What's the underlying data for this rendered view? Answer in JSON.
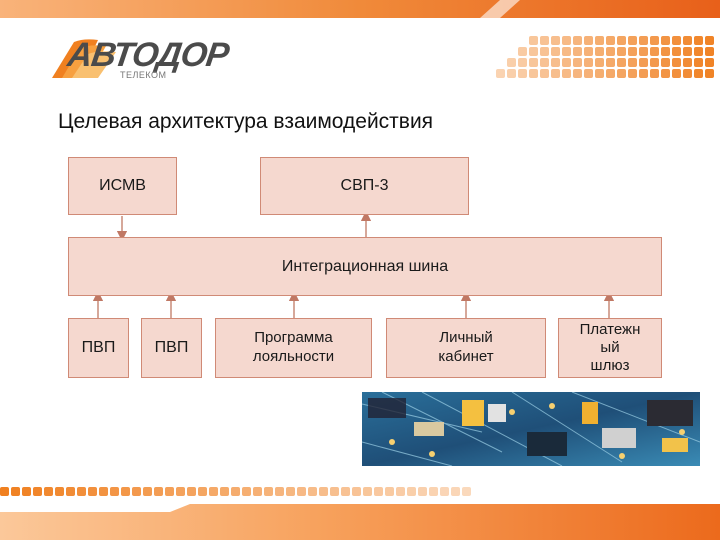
{
  "logo": {
    "brand": "АВТОДОР",
    "sub": "ТЕЛЕКОМ"
  },
  "slide": {
    "title": "Целевая архитектура взаимодействия"
  },
  "diagram": {
    "nodes": {
      "ismv": "ИСМВ",
      "svp3": "СВП-3",
      "bus": "Интеграционная шина",
      "pvp1": "ПВП",
      "pvp2": "ПВП",
      "loyalty": "Программа\nлояльности",
      "cabinet": "Личный\nкабинет",
      "gateway": "Платежн\nый\nшлюз"
    }
  },
  "colors": {
    "accent": "#f08020",
    "box_fill": "#f5d8cf",
    "box_border": "#d08a76",
    "arrow": "#c07864"
  }
}
